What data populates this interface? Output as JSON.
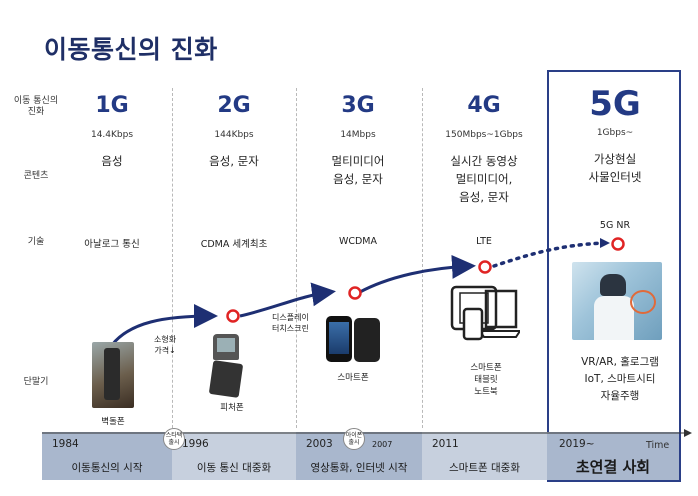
{
  "title": "이동통신의 진화",
  "row_labels": {
    "generation": "이동 통신의\n진화",
    "content": "콘텐츠",
    "tech": "기술",
    "device": "단말기"
  },
  "columns": [
    {
      "gen": "1G",
      "speed": "14.4Kbps",
      "content": "음성",
      "tech": "아날로그 통신",
      "device": "벽돌폰"
    },
    {
      "gen": "2G",
      "speed": "144Kbps",
      "content": "음성, 문자",
      "tech": "CDMA 세계최초",
      "device": "피처폰"
    },
    {
      "gen": "3G",
      "speed": "14Mbps",
      "content": "멀티미디어\n음성, 문자",
      "tech": "WCDMA",
      "device": "스마트폰"
    },
    {
      "gen": "4G",
      "speed": "150Mbps~1Gbps",
      "content": "실시간 동영상\n멀티미디어,\n음성, 문자",
      "tech": "LTE",
      "device": "스마트폰\n태블릿\n노트북"
    },
    {
      "gen": "5G",
      "speed": "1Gbps~",
      "content": "가상현실\n사물인터넷",
      "tech": "5G NR",
      "device": "VR/AR, 홀로그램\nIoT, 스마트시티\n자율주행"
    }
  ],
  "annotations": {
    "price_note": "소형화\n가격↓",
    "display_note": "디스플레이\n터치스크린",
    "badge_1": "스타택\n출시",
    "badge_2": "아이폰\n출시"
  },
  "timeline": [
    {
      "year": "1984",
      "era": "이동통신의 시작"
    },
    {
      "year": "1996",
      "era": "이동 통신 대중화"
    },
    {
      "year": "2003",
      "era": "영상통화, 인터넷 시작",
      "extra_year": "2007"
    },
    {
      "year": "2011",
      "era": "스마트폰 대중화"
    },
    {
      "year": "2019~",
      "era": "초연결 사회"
    }
  ],
  "time_label": "Time",
  "colors": {
    "title": "#1f2f66",
    "accent": "#233a84",
    "arrow": "#1e2f73",
    "marker": "#e02424",
    "timeline_a": "#a9b7cd",
    "timeline_b": "#c7d0de"
  }
}
